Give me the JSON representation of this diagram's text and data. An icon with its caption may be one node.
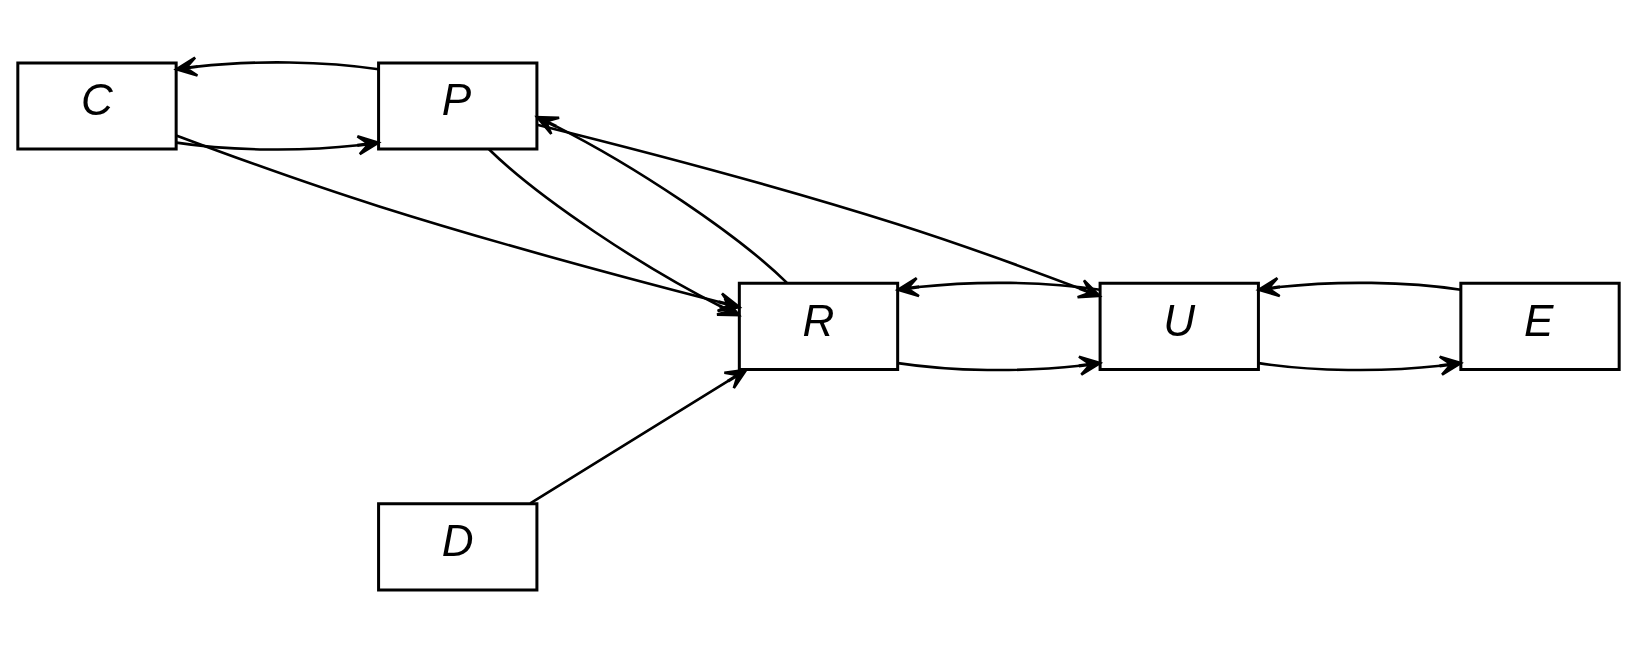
{
  "diagram": {
    "nodes": [
      {
        "text": [
          "C"
        ]
      },
      {
        "text": [
          "P"
        ]
      },
      {
        "text": [
          "U"
        ]
      },
      {
        "text": [
          "E"
        ]
      },
      {
        "text": [
          "D"
        ]
      },
      {
        "text": [
          "R"
        ]
      }
    ],
    "edges": [
      {
        "from": 0,
        "to": 1,
        "arrow": "to"
      },
      {
        "from": 1,
        "to": 0,
        "arrow": "to"
      },
      {
        "from": 0,
        "to": 5,
        "arrow": "to"
      },
      {
        "from": 1,
        "to": 2,
        "arrow": "to"
      },
      {
        "from": 5,
        "to": 1,
        "arrow": "to"
      },
      {
        "from": 1,
        "to": 5,
        "arrow": "to"
      },
      {
        "from": 5,
        "to": 2,
        "arrow": "to"
      },
      {
        "from": 2,
        "to": 5,
        "arrow": "to"
      },
      {
        "from": 2,
        "to": 3,
        "arrow": "to"
      },
      {
        "from": 3,
        "to": 2,
        "arrow": "to"
      },
      {
        "from": 4,
        "to": 5,
        "arrow": "to"
      }
    ]
  }
}
